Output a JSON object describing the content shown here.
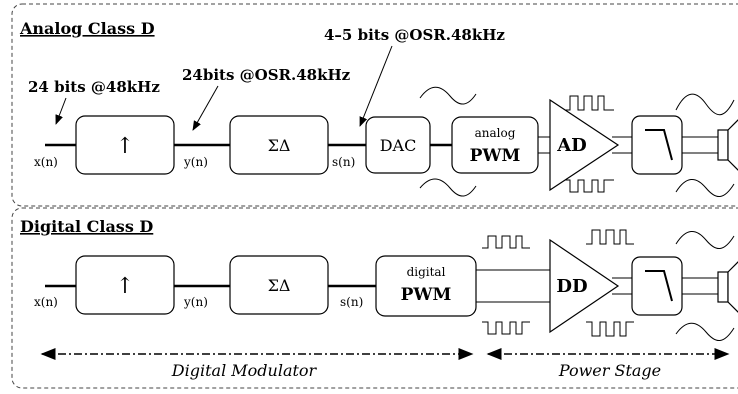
{
  "analog": {
    "title": "Analog Class D",
    "note_input": "24 bits @48kHz",
    "note_mid": "24bits @OSR.48kHz",
    "note_out": "4–5 bits @OSR.48kHz",
    "sig_x": "x(n)",
    "sig_y": "y(n)",
    "sig_s": "s(n)",
    "upsampler_symbol": "↑",
    "sigma_delta": "ΣΔ",
    "dac": "DAC",
    "pwm_top": "analog",
    "pwm_bottom": "PWM",
    "amp": "AD"
  },
  "digital": {
    "title": "Digital Class D",
    "sig_x": "x(n)",
    "sig_y": "y(n)",
    "sig_s": "s(n)",
    "upsampler_symbol": "↑",
    "sigma_delta": "ΣΔ",
    "pwm_top": "digital",
    "pwm_bottom": "PWM",
    "amp": "DD"
  },
  "footer": {
    "modulator": "Digital Modulator",
    "power_stage": "Power Stage"
  },
  "icons": [
    "upsampler-icon",
    "lowpass-filter-icon",
    "speaker-icon",
    "pwm-wave-icon",
    "sine-wave-icon"
  ]
}
